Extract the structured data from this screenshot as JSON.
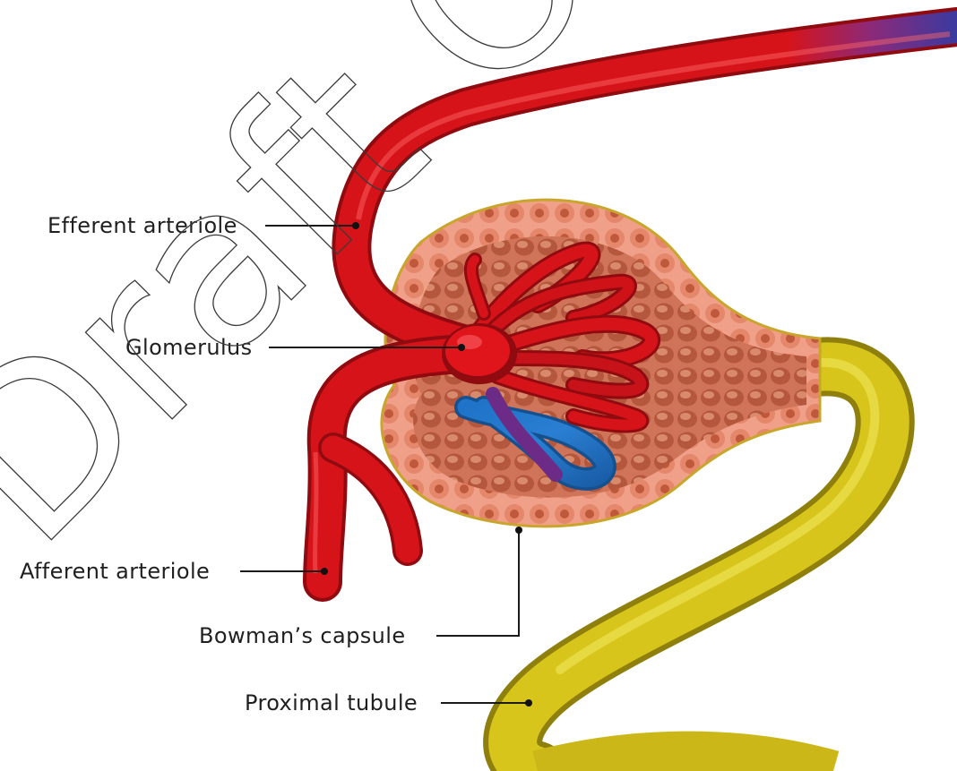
{
  "labels": {
    "efferent_arteriole": "Efferent arteriole",
    "glomerulus": "Glomerulus",
    "afferent_arteriole": "Afferent arteriole",
    "bowmans_capsule": "Bowman’s capsule",
    "proximal_tubule": "Proximal tubule"
  },
  "watermark": "Draft Only",
  "colors": {
    "arteriole_red": "#d7131a",
    "arteriole_dark": "#9c0c10",
    "vein_blue": "#1f73c8",
    "vein_purple": "#6b2b86",
    "capsule_pink": "#e88568",
    "capsule_cell": "#b9533a",
    "capsule_rim": "#c9a52c",
    "tubule_yellow": "#d7c41a",
    "tubule_dark": "#9e8c10"
  }
}
